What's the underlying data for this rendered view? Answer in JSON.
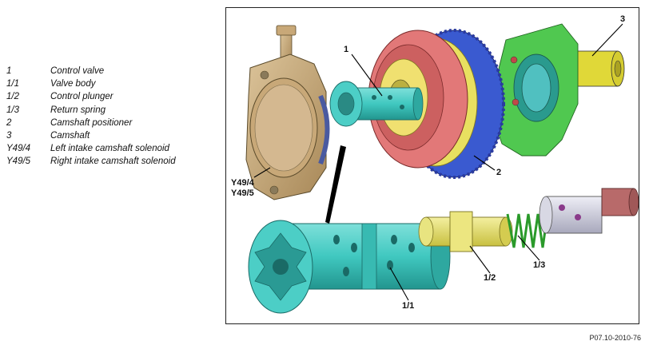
{
  "legend": [
    {
      "code": "1",
      "text": "Control valve"
    },
    {
      "code": "1/1",
      "text": "Valve body"
    },
    {
      "code": "1/2",
      "text": "Control plunger"
    },
    {
      "code": "1/3",
      "text": "Return spring"
    },
    {
      "code": "2",
      "text": "Camshaft positioner"
    },
    {
      "code": "3",
      "text": "Camshaft"
    },
    {
      "code": "Y49/4",
      "text": "Left intake camshaft solenoid"
    },
    {
      "code": "Y49/5",
      "text": "Right intake camshaft solenoid"
    }
  ],
  "callouts": {
    "c1": "1",
    "c2": "2",
    "c3": "3",
    "c1_1": "1/1",
    "c1_2": "1/2",
    "c1_3": "1/3",
    "y49_4": "Y49/4",
    "y49_5": "Y49/5"
  },
  "figure_code": "P07.10-2010-76",
  "colors": {
    "solenoid": "#c8a878",
    "valve": "#40c8c0",
    "positioner_red": "#e07878",
    "positioner_blue": "#3858c8",
    "positioner_yellow": "#e8e060",
    "camshaft": "#e8e040",
    "bracket_green": "#48c048",
    "plunger": "#e8e480",
    "spring": "#40a040",
    "end_cap": "#c8c8d8"
  }
}
